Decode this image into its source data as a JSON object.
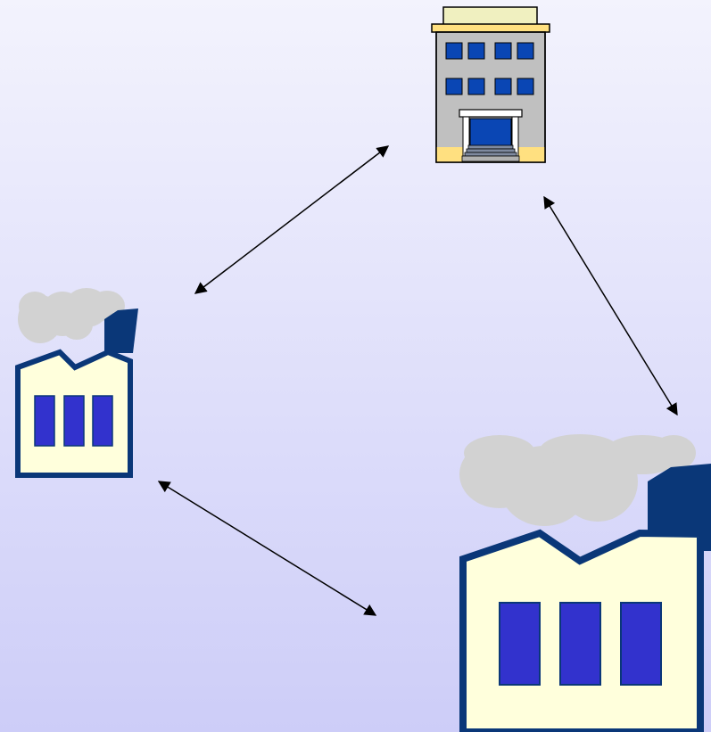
{
  "diagram": {
    "background": {
      "top_color": "#f3f3fd",
      "bottom_color": "#cdcdf8"
    },
    "nodes": [
      {
        "id": "office-building",
        "icon": "office-building-icon",
        "colors": {
          "wall": "#c0c0c0",
          "window": "#0a46b4",
          "roof": "#f0f0c0",
          "trim": "#ffe080",
          "outline": "#000000"
        }
      },
      {
        "id": "small-factory",
        "icon": "factory-icon",
        "colors": {
          "wall": "#ffffdc",
          "outline": "#0a3778",
          "window": "#3232cd",
          "smoke": "#d2d2d2"
        }
      },
      {
        "id": "large-factory",
        "icon": "factory-icon",
        "colors": {
          "wall": "#ffffdc",
          "outline": "#0a3778",
          "window": "#3232cd",
          "smoke": "#d2d2d2"
        }
      }
    ],
    "connections": [
      {
        "from": "office-building",
        "to": "small-factory",
        "style": "double-arrow"
      },
      {
        "from": "office-building",
        "to": "large-factory",
        "style": "double-arrow"
      },
      {
        "from": "small-factory",
        "to": "large-factory",
        "style": "double-arrow"
      }
    ],
    "arrow_color": "#000000"
  }
}
